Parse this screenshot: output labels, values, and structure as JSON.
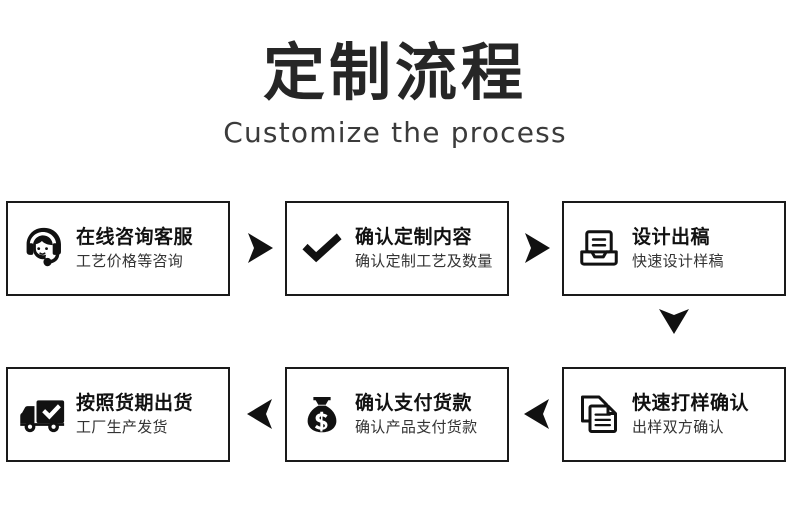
{
  "header": {
    "title_cn": "定制流程",
    "title_en": "Customize the process"
  },
  "flow": {
    "steps": [
      {
        "id": "step-1",
        "icon": "headset-support-icon",
        "title": "在线咨询客服",
        "subtitle": "工艺价格等咨询"
      },
      {
        "id": "step-2",
        "icon": "checkmark-icon",
        "title": "确认定制内容",
        "subtitle": "确认定制工艺及数量"
      },
      {
        "id": "step-3",
        "icon": "inbox-tray-icon",
        "title": "设计出稿",
        "subtitle": "快速设计样稿"
      },
      {
        "id": "step-4",
        "icon": "documents-stack-icon",
        "title": "快速打样确认",
        "subtitle": "出样双方确认"
      },
      {
        "id": "step-5",
        "icon": "money-bag-dollar-icon",
        "title": "确认支付货款",
        "subtitle": "确认产品支付货款"
      },
      {
        "id": "step-6",
        "icon": "delivery-truck-check-icon",
        "title": "按照货期出货",
        "subtitle": "工厂生产发货"
      }
    ],
    "arrows": [
      {
        "id": "arrow-1",
        "direction": "right",
        "from": "step-1",
        "to": "step-2"
      },
      {
        "id": "arrow-2",
        "direction": "right",
        "from": "step-2",
        "to": "step-3"
      },
      {
        "id": "arrow-3",
        "direction": "down",
        "from": "step-3",
        "to": "step-4"
      },
      {
        "id": "arrow-4",
        "direction": "left",
        "from": "step-4",
        "to": "step-5"
      },
      {
        "id": "arrow-5",
        "direction": "left",
        "from": "step-5",
        "to": "step-6"
      }
    ]
  },
  "colors": {
    "background": "#ffffff",
    "ink": "#1a1a1a",
    "title": "#262626",
    "subtitle_text": "#333333",
    "border": "#1a1a1a"
  }
}
